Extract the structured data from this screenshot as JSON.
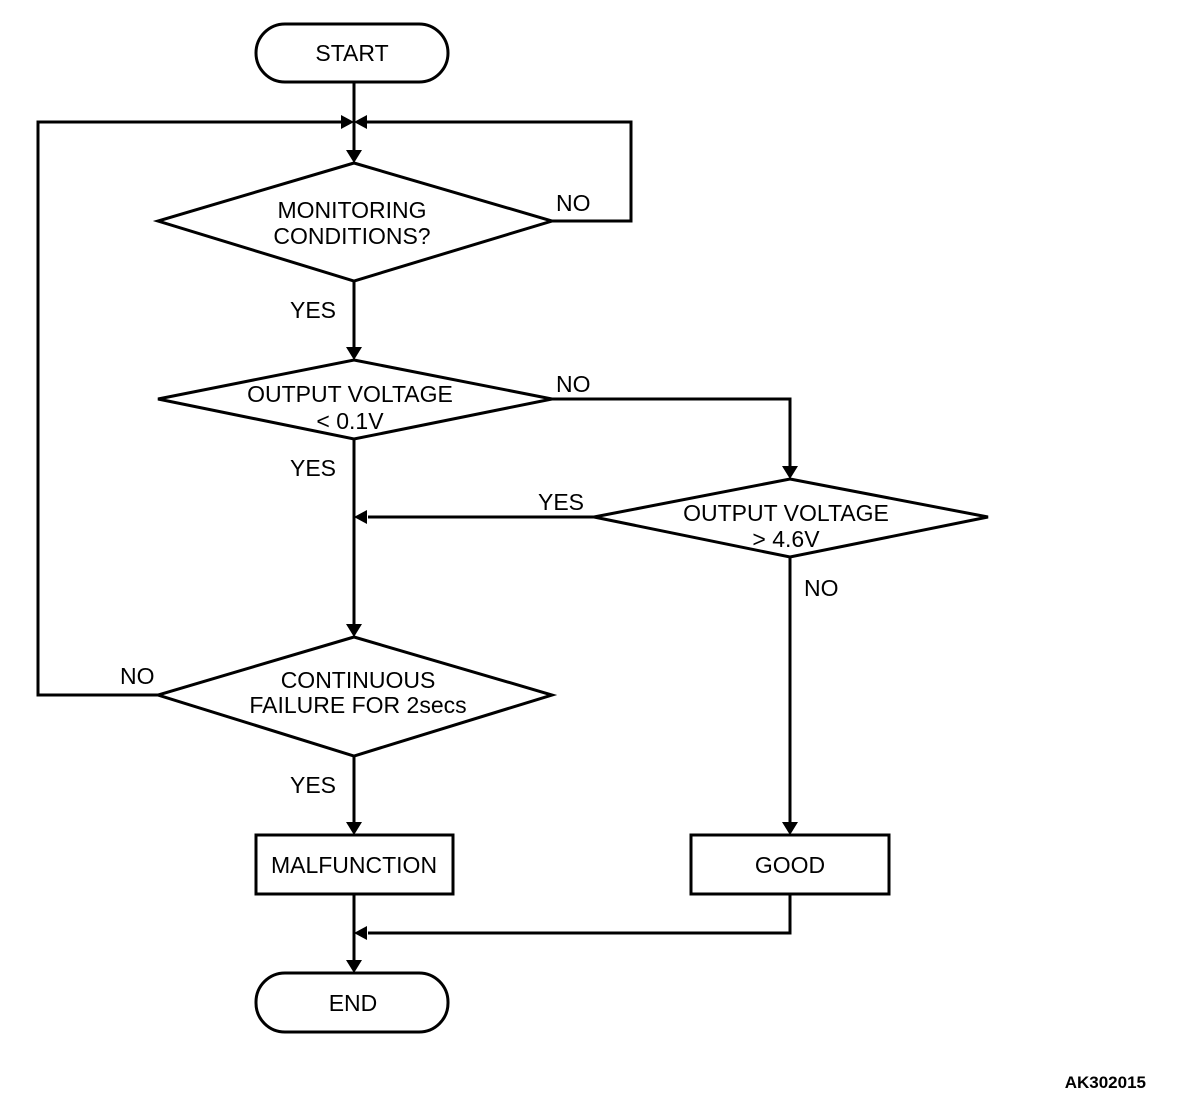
{
  "nodes": {
    "start": "START",
    "monitoring": [
      "MONITORING",
      "CONDITIONS?"
    ],
    "low_voltage": [
      "OUTPUT VOLTAGE",
      "< 0.1V"
    ],
    "high_voltage": [
      "OUTPUT VOLTAGE",
      "> 4.6V"
    ],
    "continuous": [
      "CONTINUOUS",
      "FAILURE FOR 2secs"
    ],
    "malfunction": "MALFUNCTION",
    "good": "GOOD",
    "end": "END"
  },
  "edge_labels": {
    "monitoring_no": "NO",
    "monitoring_yes": "YES",
    "low_no": "NO",
    "low_yes": "YES",
    "high_yes": "YES",
    "high_no": "NO",
    "continuous_no": "NO",
    "continuous_yes": "YES"
  },
  "figure_code": "AK302015"
}
